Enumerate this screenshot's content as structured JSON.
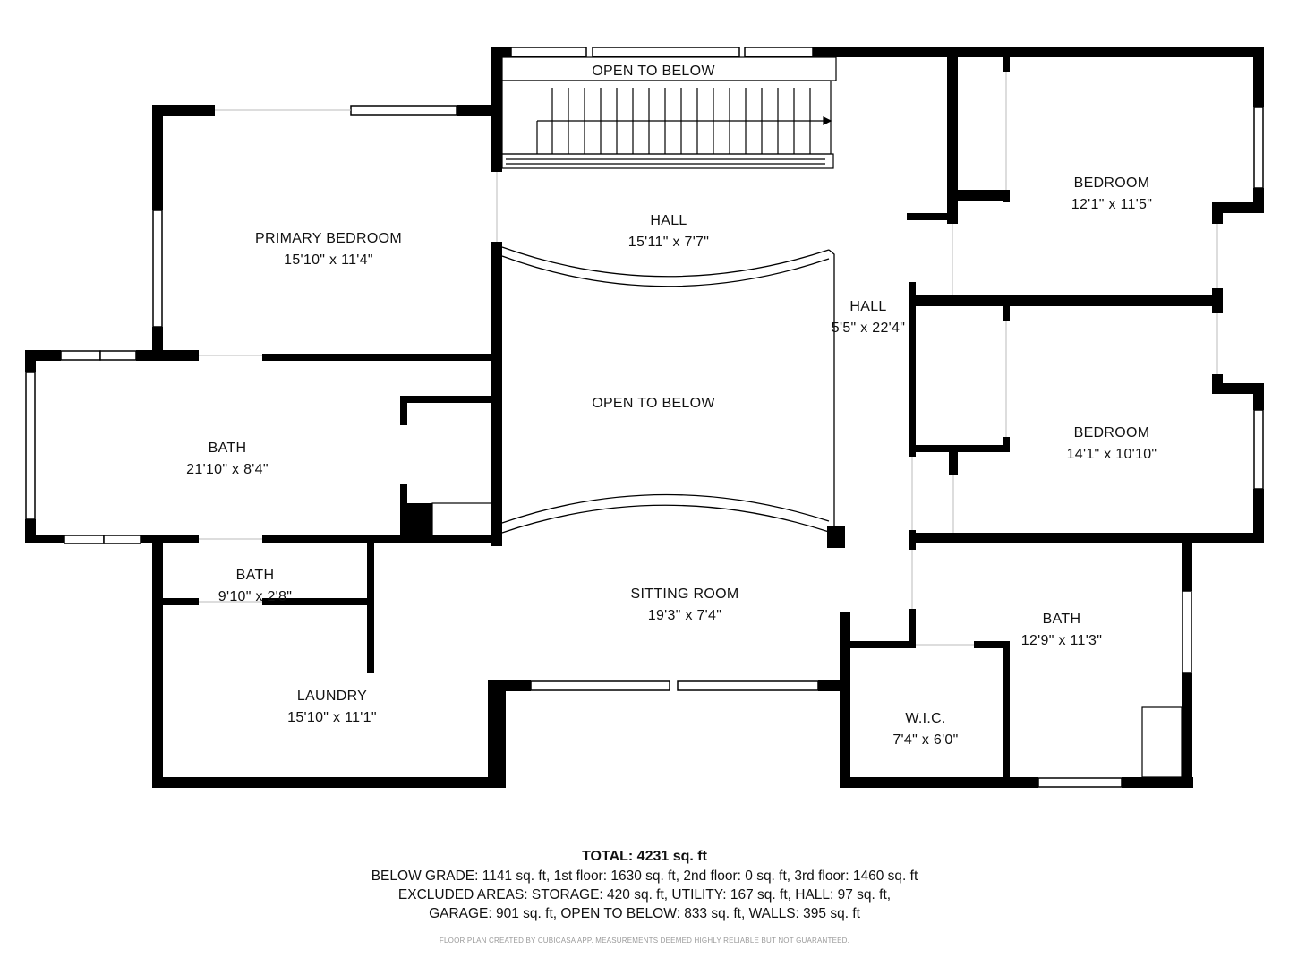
{
  "rooms": {
    "primary_bedroom": {
      "name": "PRIMARY BEDROOM",
      "dims": "15'10\" x 11'4\""
    },
    "hall_upper": {
      "name": "HALL",
      "dims": "15'11\" x 7'7\""
    },
    "open_to_below_top": {
      "name": "OPEN TO BELOW"
    },
    "open_to_below_center": {
      "name": "OPEN TO BELOW"
    },
    "hall_right": {
      "name": "HALL",
      "dims": "5'5\" x 22'4\""
    },
    "bedroom_1": {
      "name": "BEDROOM",
      "dims": "12'1\" x 11'5\""
    },
    "bedroom_2": {
      "name": "BEDROOM",
      "dims": "14'1\" x 10'10\""
    },
    "bath_large": {
      "name": "BATH",
      "dims": "21'10\" x 8'4\""
    },
    "bath_small": {
      "name": "BATH",
      "dims": "9'10\" x 2'8\""
    },
    "laundry": {
      "name": "LAUNDRY",
      "dims": "15'10\" x 11'1\""
    },
    "sitting_room": {
      "name": "SITTING ROOM",
      "dims": "19'3\" x 7'4\""
    },
    "wic": {
      "name": "W.I.C.",
      "dims": "7'4\" x 6'0\""
    },
    "bath_right": {
      "name": "BATH",
      "dims": "12'9\" x 11'3\""
    }
  },
  "summary": {
    "total": "TOTAL: 4231 sq. ft",
    "line1": "BELOW GRADE: 1141 sq. ft, 1st floor: 1630 sq. ft, 2nd floor: 0 sq. ft, 3rd floor: 1460 sq. ft",
    "line2": "EXCLUDED AREAS: STORAGE: 420 sq. ft, UTILITY: 167 sq. ft, HALL: 97 sq. ft,",
    "line3": "GARAGE: 901 sq. ft, OPEN TO BELOW: 833 sq. ft, WALLS: 395 sq. ft",
    "disclaimer": "FLOOR PLAN CREATED BY CUBICASA APP. MEASUREMENTS DEEMED HIGHLY RELIABLE BUT NOT GUARANTEED."
  },
  "colors": {
    "wall": "#000000",
    "background": "#ffffff",
    "text": "#111111"
  }
}
